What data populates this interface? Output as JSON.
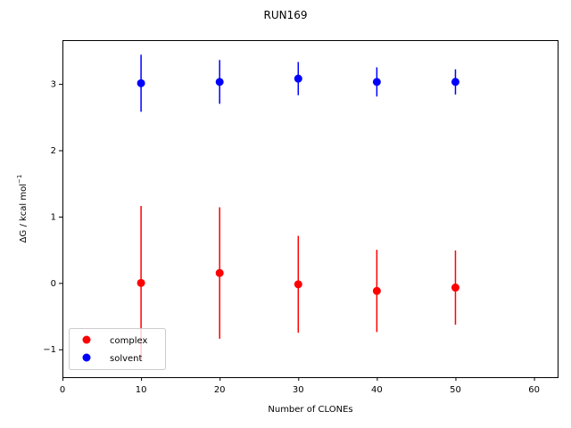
{
  "chart_data": {
    "type": "scatter",
    "title": "RUN169",
    "xlabel": "Number of CLONEs",
    "ylabel_main": "ΔG / kcal mol",
    "ylabel_sup": "−1",
    "xlim": [
      0,
      63
    ],
    "ylim": [
      -1.42,
      3.66
    ],
    "xticks": [
      0,
      10,
      20,
      30,
      40,
      50,
      60
    ],
    "yticks": [
      -1,
      0,
      1,
      2,
      3
    ],
    "legend_position": "lower left",
    "series": [
      {
        "name": "complex",
        "color": "#ff0000",
        "points": [
          {
            "x": 10,
            "y": 0.0,
            "err": 1.16
          },
          {
            "x": 20,
            "y": 0.15,
            "err": 0.99
          },
          {
            "x": 30,
            "y": -0.02,
            "err": 0.73
          },
          {
            "x": 40,
            "y": -0.12,
            "err": 0.62
          },
          {
            "x": 50,
            "y": -0.07,
            "err": 0.56
          }
        ]
      },
      {
        "name": "solvent",
        "color": "#0000ff",
        "points": [
          {
            "x": 10,
            "y": 3.01,
            "err": 0.43
          },
          {
            "x": 20,
            "y": 3.03,
            "err": 0.33
          },
          {
            "x": 30,
            "y": 3.08,
            "err": 0.25
          },
          {
            "x": 40,
            "y": 3.03,
            "err": 0.22
          },
          {
            "x": 50,
            "y": 3.03,
            "err": 0.19
          }
        ]
      }
    ]
  }
}
